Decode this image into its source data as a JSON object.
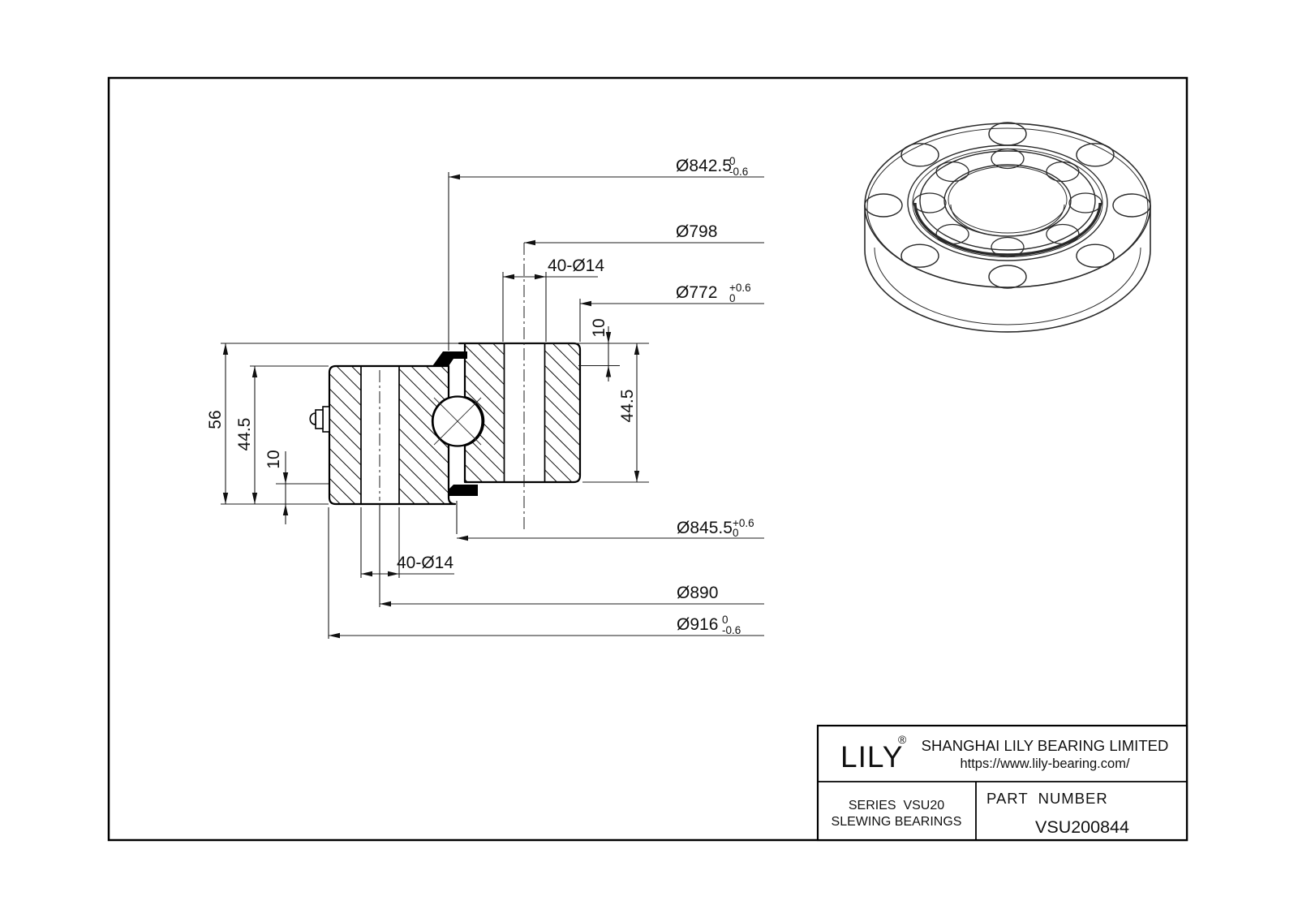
{
  "page": {
    "background": "#ffffff",
    "line_color": "#000000"
  },
  "cross_section": {
    "dims": {
      "dia_842_5": {
        "text": "Ø842.5",
        "tol_upper": "0",
        "tol_lower": "-0.6"
      },
      "dia_798": {
        "text": "Ø798"
      },
      "holes_top": {
        "text": "40-Ø14"
      },
      "dia_772": {
        "text": "Ø772",
        "tol_upper": "+0.6",
        "tol_lower": "0"
      },
      "h10_top": {
        "text": "10"
      },
      "h44_5_right": {
        "text": "44.5"
      },
      "h56": {
        "text": "56"
      },
      "h44_5_left": {
        "text": "44.5"
      },
      "h10_left": {
        "text": "10"
      },
      "dia_845_5": {
        "text": "Ø845.5",
        "tol_upper": "+0.6",
        "tol_lower": "0"
      },
      "holes_bottom": {
        "text": "40-Ø14"
      },
      "dia_890": {
        "text": "Ø890"
      },
      "dia_916": {
        "text": "Ø916",
        "tol_upper": "0",
        "tol_lower": "-0.6"
      }
    }
  },
  "title_block": {
    "logo": "LILY",
    "registered": "®",
    "company": "SHANGHAI LILY BEARING LIMITED",
    "website": "https://www.lily-bearing.com/",
    "series_line1": "SERIES  VSU20",
    "series_line2": "SLEWING BEARINGS",
    "part_label": "PART  NUMBER",
    "part_number": "VSU200844"
  }
}
